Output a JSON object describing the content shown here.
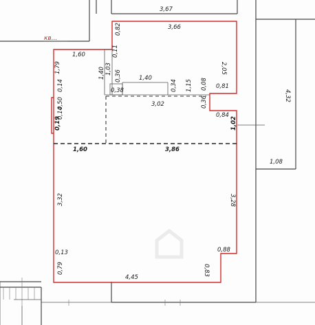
{
  "unit_label": "кв...",
  "dims": {
    "top_outer": "3,67",
    "top_room": "3,66",
    "room_top_left": "0,82",
    "room_right_upper": "2,05",
    "notch_step": "0,81",
    "right_outer": "4,32",
    "right_outer_width": "1,08",
    "left_top": "1,60",
    "ledge": "0,11",
    "left_wall_1": "1,79",
    "col_a": "1,40",
    "col_b": "1,03",
    "col_c": "0,36",
    "col_d": "0,38",
    "inner_niche": "1,40",
    "niche_depth": "0,34",
    "niche_right": "1,15",
    "small_1": "0,08",
    "small_2": "0,36",
    "mid_span": "3,02",
    "right_step": "0,84",
    "right_step_h": "1,02",
    "left_w1": "0,14",
    "left_w2": "0,50",
    "left_w3": "0,14",
    "left_w4": "0,19",
    "mid_left": "1,60",
    "mid_right": "3,86",
    "left_main": "3,32",
    "right_main": "3,28",
    "bottom_left_1": "0,13",
    "bottom_left_2": "0,79",
    "bottom": "4,45",
    "bottom_right_1": "0,88",
    "bottom_right_2": "0,83"
  },
  "colors": {
    "outline": "#d42a2a",
    "walls": "#444444",
    "watermark": "#e6e6e6"
  }
}
